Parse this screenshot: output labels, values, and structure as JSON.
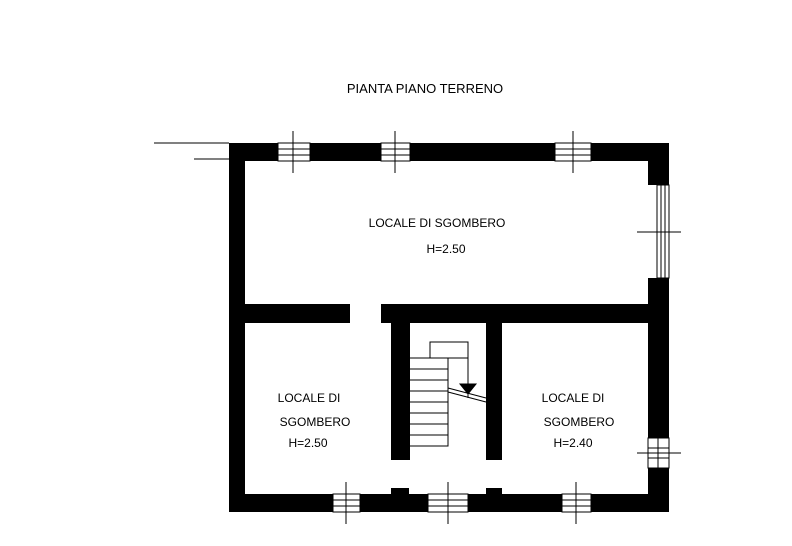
{
  "title": "PIANTA PIANO TERRENO",
  "rooms": {
    "top": {
      "name": "LOCALE DI SGOMBERO",
      "height": "H=2.50"
    },
    "left": {
      "name_line1": "LOCALE DI",
      "name_line2": "SGOMBERO",
      "height": "H=2.50"
    },
    "right": {
      "name_line1": "LOCALE DI",
      "name_line2": "SGOMBERO",
      "height": "H=2.40"
    }
  },
  "colors": {
    "wall": "#000000",
    "background": "#ffffff"
  }
}
